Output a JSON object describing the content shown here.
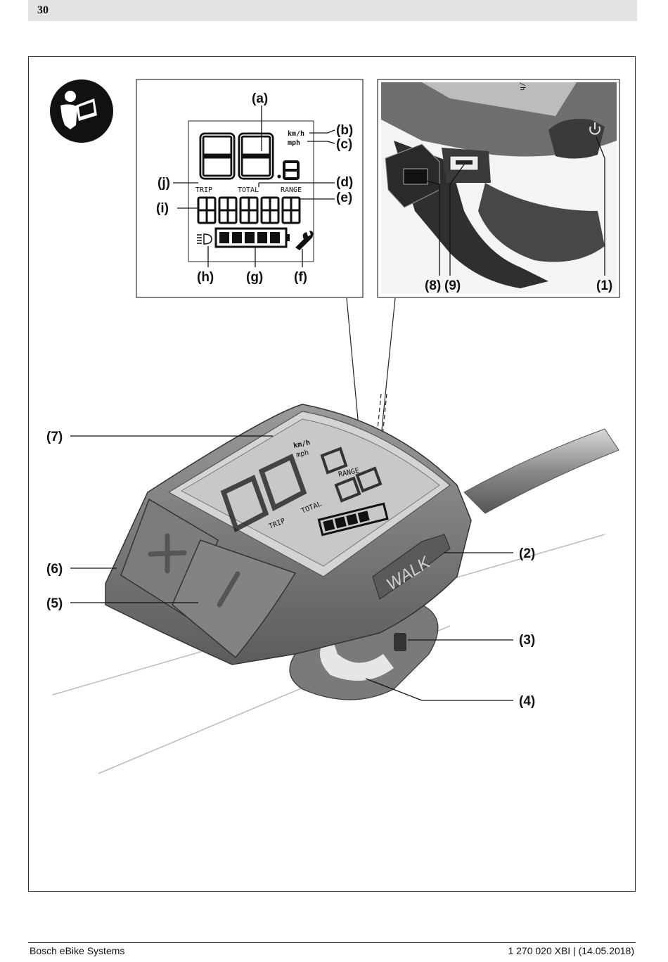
{
  "header": {
    "page_number": "30"
  },
  "footer": {
    "left": "Bosch eBike Systems",
    "right": "1 270 020 XBI | (14.05.2018)"
  },
  "display_inset": {
    "unit_kmh": "km/h",
    "unit_mph": "mph",
    "label_trip": "TRIP",
    "label_total": "TOTAL",
    "label_range": "RANGE",
    "callouts": {
      "a": "(a)",
      "b": "(b)",
      "c": "(c)",
      "d": "(d)",
      "e": "(e)",
      "f": "(f)",
      "g": "(g)",
      "h": "(h)",
      "i": "(i)",
      "j": "(j)"
    }
  },
  "connector_inset": {
    "unit_kmh": "km/h",
    "callouts": {
      "c8": "(8)",
      "c9": "(9)",
      "c1": "(1)"
    }
  },
  "main_device": {
    "unit_kmh": "km/h",
    "unit_mph": "mph",
    "label_range": "RANGE",
    "label_trip": "TRIP",
    "label_total": "TOTAL",
    "walk_label": "WALK",
    "callouts": {
      "c2": "(2)",
      "c3": "(3)",
      "c4": "(4)",
      "c5": "(5)",
      "c6": "(6)",
      "c7": "(7)"
    }
  },
  "icons": [
    "read-manual-icon",
    "light-icon",
    "battery-icon",
    "wrench-icon",
    "power-icon",
    "usb-port-icon"
  ]
}
